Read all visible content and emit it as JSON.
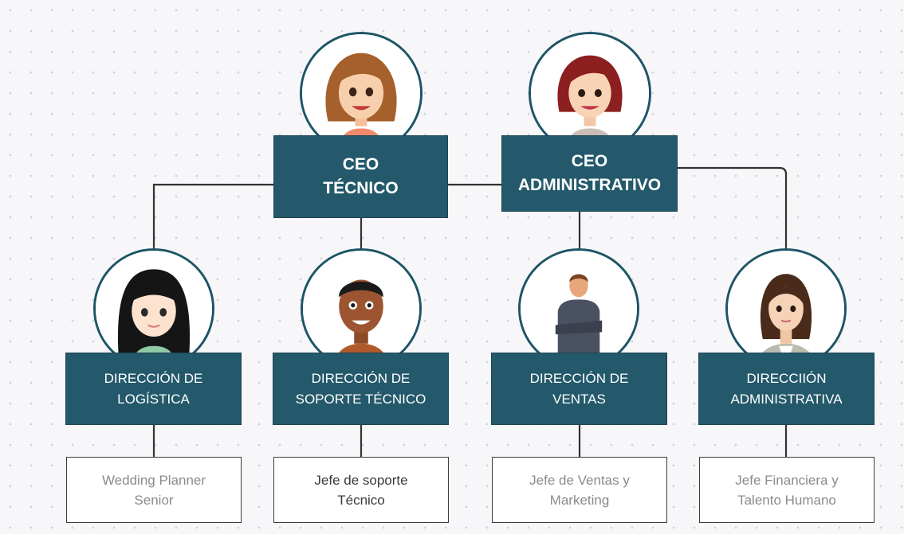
{
  "ceos": [
    {
      "line1": "CEO",
      "line2": "TÉCNICO",
      "avatar": "woman-brown-hair-avatar-icon"
    },
    {
      "line1": "CEO",
      "line2": "ADMINISTRATIVO",
      "avatar": "woman-red-hair-avatar-icon"
    }
  ],
  "directions": [
    {
      "line1": "DIRECCIÓN DE",
      "line2": "LOGÍSTICA",
      "avatar": "girl-black-hair-avatar-icon"
    },
    {
      "line1": "DIRECCIÓN DE",
      "line2": "SOPORTE TÉCNICO",
      "avatar": "man-dark-skin-avatar-icon"
    },
    {
      "line1": "DIRECCIÓN DE",
      "line2": "VENTAS",
      "avatar": "man-arms-crossed-avatar-icon"
    },
    {
      "line1": "DIRECCIIÓN",
      "line2": "ADMINISTRATIVA",
      "avatar": "woman-blazer-avatar-icon"
    }
  ],
  "roles": [
    {
      "line1": "Wedding Planner",
      "line2": "Senior"
    },
    {
      "line1": "Jefe de soporte",
      "line2": "Técnico"
    },
    {
      "line1": "Jefe de Ventas y",
      "line2": "Marketing"
    },
    {
      "line1": "Jefe Financiera y",
      "line2": "Talento Humano"
    }
  ],
  "colors": {
    "box": "#24596b",
    "line": "#333333",
    "avatar_border": "#1e5566",
    "background": "#f7f6f9"
  }
}
